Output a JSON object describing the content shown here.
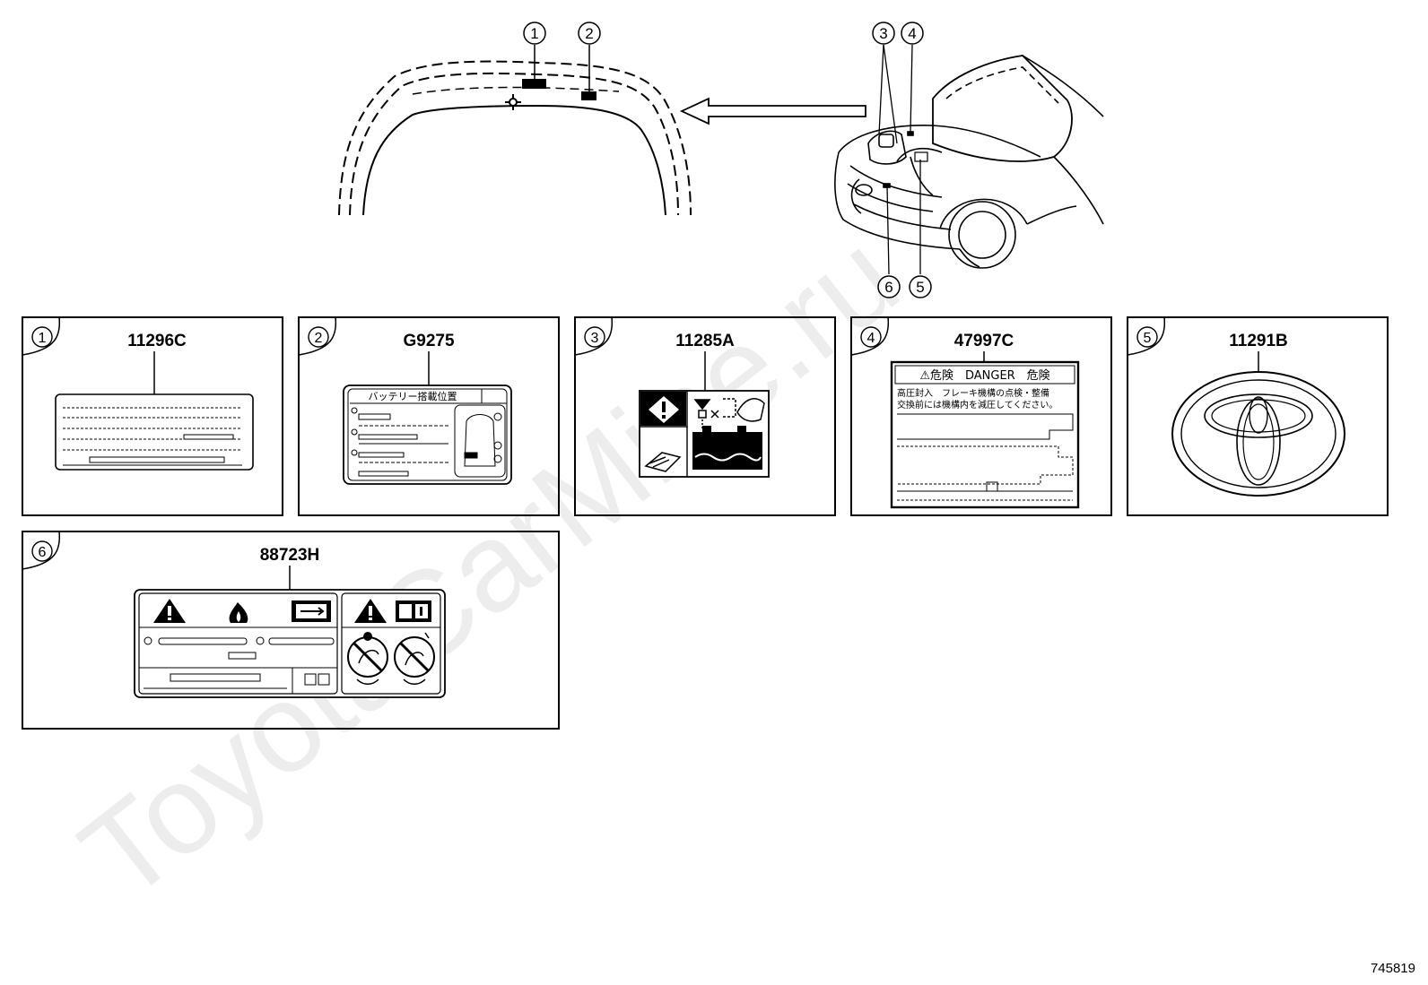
{
  "watermark": "ToyotaCarMine.ru",
  "document_number": "745819",
  "callouts": {
    "overview_left": [
      "1",
      "2"
    ],
    "overview_right_top": [
      "3",
      "4"
    ],
    "overview_right_bottom": [
      "6",
      "5"
    ]
  },
  "panels": [
    {
      "ref": "1",
      "part_number": "11296C"
    },
    {
      "ref": "2",
      "part_number": "G9275"
    },
    {
      "ref": "3",
      "part_number": "11285A"
    },
    {
      "ref": "4",
      "part_number": "47997C"
    },
    {
      "ref": "5",
      "part_number": "11291B"
    },
    {
      "ref": "6",
      "part_number": "88723H"
    }
  ],
  "label_text": {
    "p2_title": "バッテリー搭載位置",
    "p4_header": "⚠危険　DANGER　危険",
    "p4_line1": "高圧封入　フレーキ機構の点検・整備",
    "p4_line2": "交換前には機構内を減圧してください。"
  }
}
